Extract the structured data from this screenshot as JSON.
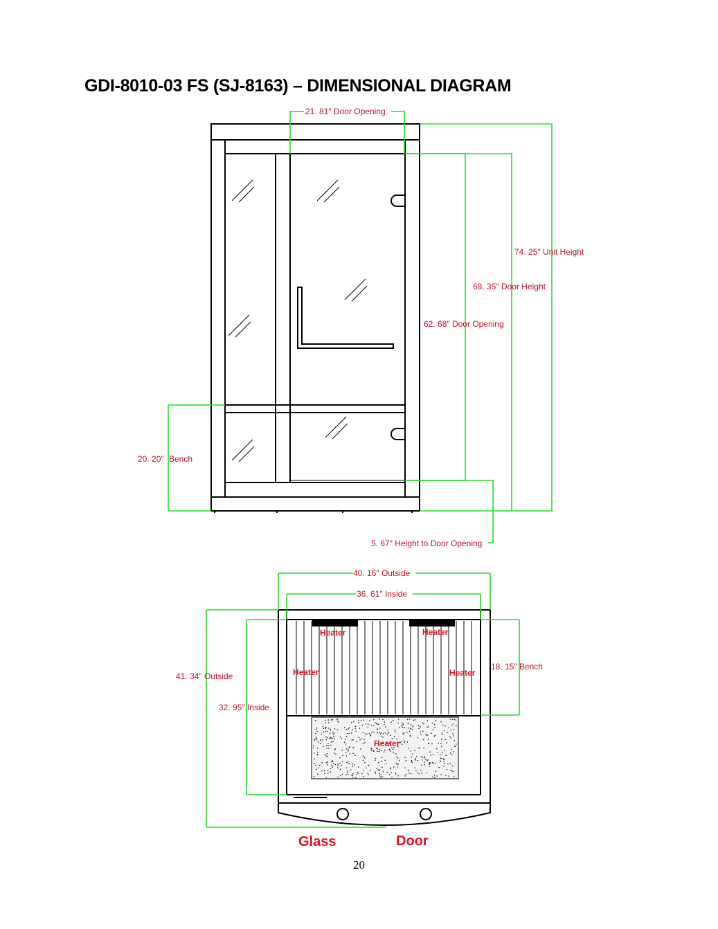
{
  "title": "GDI-8010-03 FS (SJ-8163) – DIMENSIONAL DIAGRAM",
  "front_view": {
    "door_opening_width": "21. 81″  Door Opening",
    "unit_height": "74. 25″  Unit Height",
    "door_height": "68. 35″  Door Height",
    "door_opening_height": "62. 68″  Door Opening",
    "bench_height_value": "20. 20″",
    "bench_height_label": "Bench",
    "height_to_door_opening": "5. 67″  Height to Door Opening"
  },
  "top_view": {
    "outside_width": "40. 16″  Outside",
    "inside_width": "36. 61″  Inside",
    "outside_depth": "41. 34″  Outside",
    "inside_depth": "32. 95″  Inside",
    "bench_depth": "18. 15″  Bench",
    "heater_labels": [
      "Heater",
      "Heater",
      "Heater",
      "Heater",
      "Heater"
    ],
    "glass_label": "Glass",
    "door_label": "Door"
  },
  "page_number": "20"
}
